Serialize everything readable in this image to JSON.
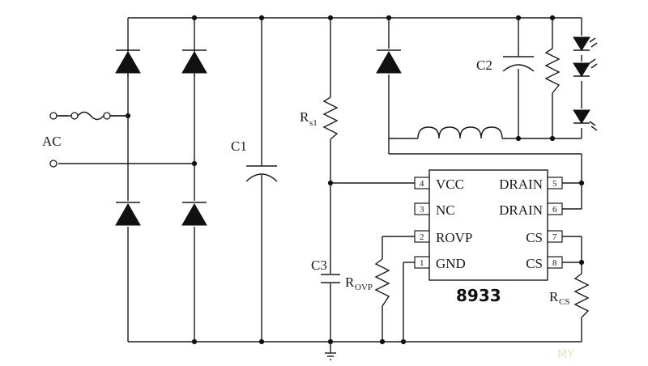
{
  "labels": {
    "ac": "AC",
    "c1": "C1",
    "c2": "C2",
    "c3": "C3",
    "rs1_main": "R",
    "rs1_sub": "s1",
    "rovp_main": "R",
    "rovp_sub": "OVP",
    "rcs_main": "R",
    "rcs_sub": "CS"
  },
  "ic": {
    "part": "8933",
    "pins": [
      {
        "num": "4",
        "name": "VCC"
      },
      {
        "num": "3",
        "name": "NC"
      },
      {
        "num": "2",
        "name": "ROVP"
      },
      {
        "num": "1",
        "name": "GND"
      },
      {
        "num": "5",
        "name": "DRAIN"
      },
      {
        "num": "6",
        "name": "DRAIN"
      },
      {
        "num": "7",
        "name": "CS"
      },
      {
        "num": "8",
        "name": "CS"
      }
    ]
  },
  "watermark": "MY"
}
